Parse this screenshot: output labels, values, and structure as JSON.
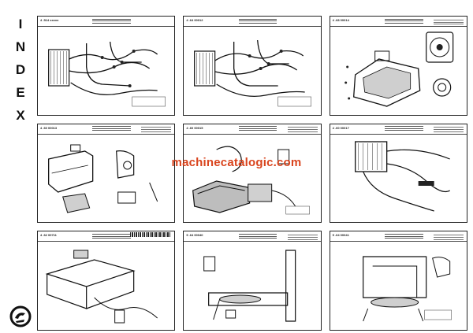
{
  "index_letters": [
    "I",
    "N",
    "D",
    "E",
    "X"
  ],
  "watermark": "machinecatalogic.com",
  "thumbnails": [
    {
      "code": "4 .514 xxxxx"
    },
    {
      "code": "4 .64 00012"
    },
    {
      "code": "4 .68 00014"
    },
    {
      "code": "4 .60 00013"
    },
    {
      "code": "4 .60 00015"
    },
    {
      "code": "4 .60 00017"
    },
    {
      "code": "4 .62 00711"
    },
    {
      "code": "5 .64 00040"
    },
    {
      "code": "5 .64 00041"
    }
  ]
}
